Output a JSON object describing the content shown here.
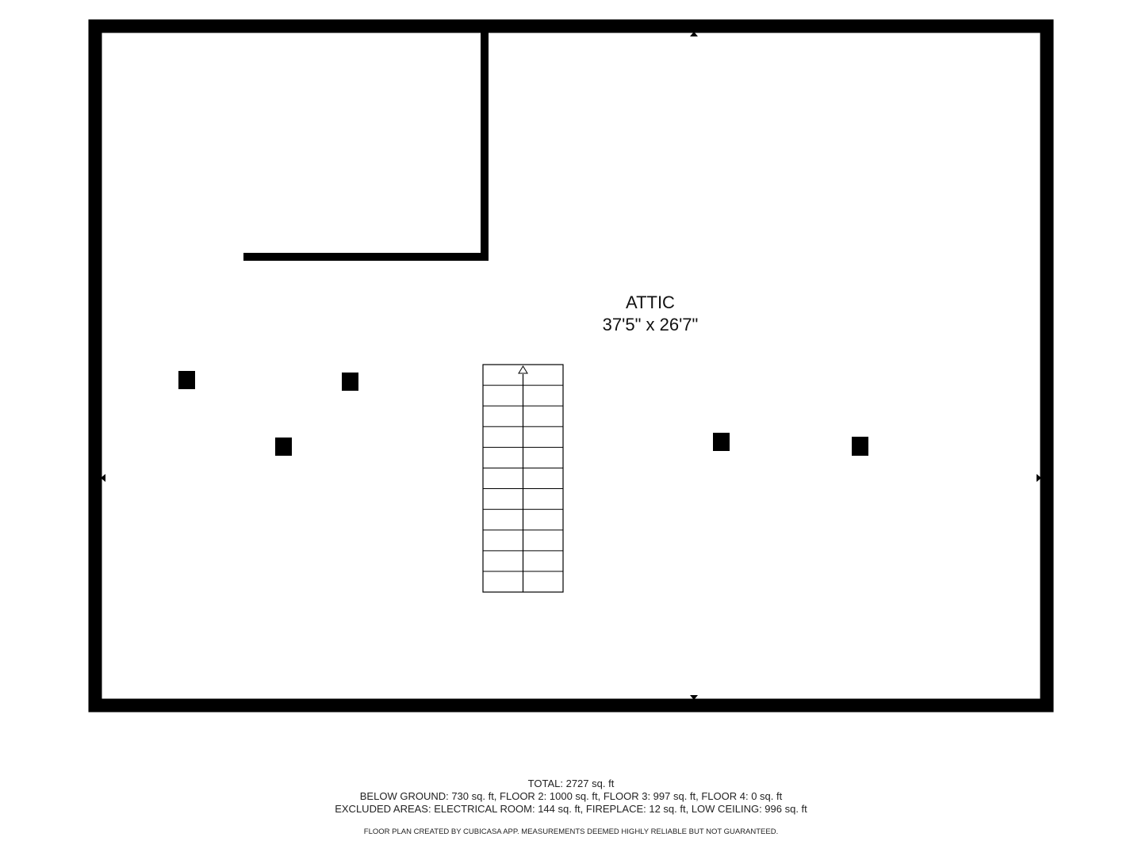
{
  "room": {
    "name": "ATTIC",
    "dimensions": "37'5\" x 26'7\""
  },
  "footer": {
    "total": "TOTAL: 2727 sq. ft",
    "floors": "BELOW GROUND: 730 sq. ft, FLOOR 2: 1000 sq. ft, FLOOR 3: 997 sq. ft, FLOOR 4: 0 sq. ft",
    "excluded": "EXCLUDED AREAS: ELECTRICAL ROOM: 144 sq. ft, FIREPLACE: 12 sq. ft, LOW CEILING: 996 sq. ft",
    "disclaimer": "FLOOR PLAN CREATED BY CUBICASA APP. MEASUREMENTS DEEMED HIGHLY RELIABLE BUT NOT GUARANTEED."
  },
  "colors": {
    "wall": "#000000",
    "background": "#ffffff"
  }
}
